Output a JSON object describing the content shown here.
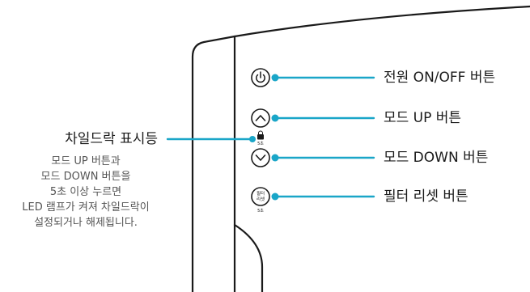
{
  "colors": {
    "accent": "#1aa6c8",
    "outline": "#1a1a1a",
    "text": "#1a1a1a",
    "subtext": "#555555"
  },
  "buttons": [
    {
      "id": "power",
      "label": "전원 ON/OFF 버튼",
      "icon": "power-icon"
    },
    {
      "id": "mode-up",
      "label": "모드 UP 버튼",
      "icon": "chevron-up-icon"
    },
    {
      "id": "mode-down",
      "label": "모드 DOWN 버튼",
      "icon": "chevron-down-icon"
    },
    {
      "id": "filter-reset",
      "label": "필터 리셋 버튼",
      "icon_text": [
        "필터",
        "리셋"
      ],
      "sub_text": "5초"
    }
  ],
  "child_lock": {
    "title": "차일드락 표시등",
    "description": [
      "모드 UP 버튼과",
      "모드 DOWN 버튼을",
      "5초 이상 누르면",
      "LED 램프가 켜져 차일드락이",
      "설정되거나 해제됩니다."
    ],
    "indicator_sub_text": "5초",
    "icon": "lock-icon"
  }
}
